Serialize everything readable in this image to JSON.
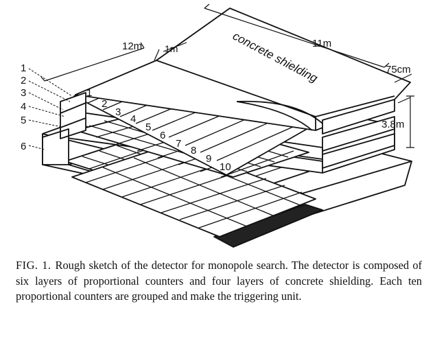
{
  "diagram": {
    "dimensions": {
      "width_total": "12m",
      "counter_width": "1m",
      "length": "11m",
      "shield_thickness": "75cm",
      "height": "3.8m"
    },
    "shielding_label": "concrete shielding",
    "layer_labels": [
      "1",
      "2",
      "3",
      "4",
      "5",
      "6"
    ],
    "counter_numbers": [
      "1",
      "2",
      "3",
      "4",
      "5",
      "6",
      "7",
      "8",
      "9",
      "10"
    ]
  },
  "caption": {
    "label": "FIG. 1.",
    "text": "Rough sketch of the detector for monopole search. The detector is composed of six layers of proportional counters and four layers of concrete shielding. Each ten proportional counters are grouped and make the triggering unit."
  }
}
